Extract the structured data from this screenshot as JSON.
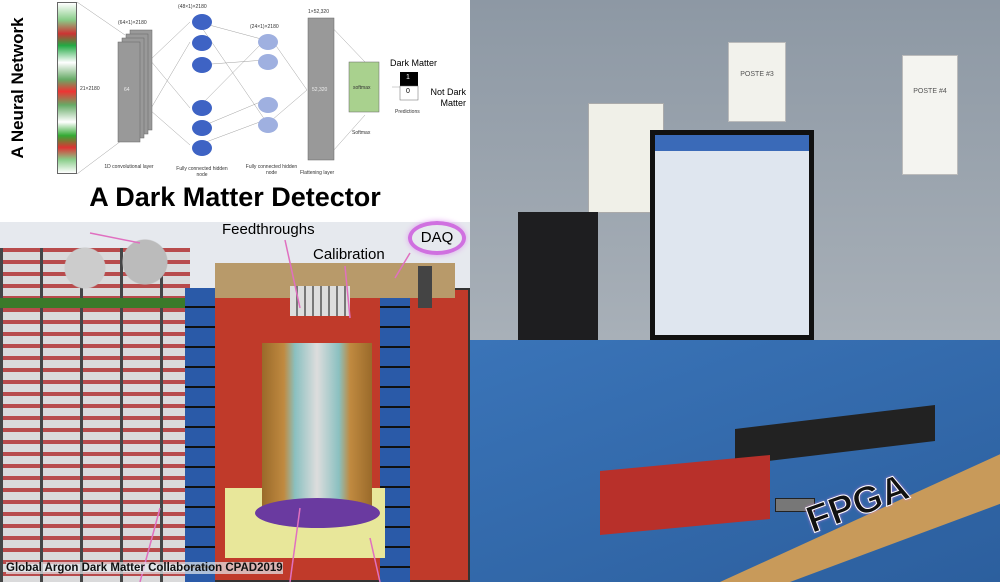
{
  "neural_network": {
    "title": "A Neural Network",
    "input_label": "21×2180",
    "conv_dims": "(64×1)×2180",
    "conv_inner": "64",
    "conv_caption": "1D convolutional layer",
    "fc1_dims": "(48×1)×2180",
    "fc1_caption": "Fully connected hidden node",
    "fc2_dims": "(24×1)×2180",
    "fc2_caption": "Fully connected hidden node",
    "flat_dims": "1×52,320",
    "flat_inner": "52,320",
    "flat_caption": "Flattening layer",
    "softmax_inner": "softmax",
    "softmax_caption": "Softmax",
    "out_1": "1",
    "out_0": "0",
    "dark_matter": "Dark Matter",
    "not_dark_matter": "Not Dark Matter",
    "predictions": "Predictions"
  },
  "detector": {
    "title": "A Dark Matter Detector",
    "feedthroughs": "Feedthroughs",
    "calibration": "Calibration",
    "daq": "DAQ",
    "credit": "Global Argon Dark Matter Collaboration CPAD2019"
  },
  "photo": {
    "poster_3": "POSTE #3",
    "poster_4": "POSTE #4",
    "fpga": "FPGA"
  }
}
